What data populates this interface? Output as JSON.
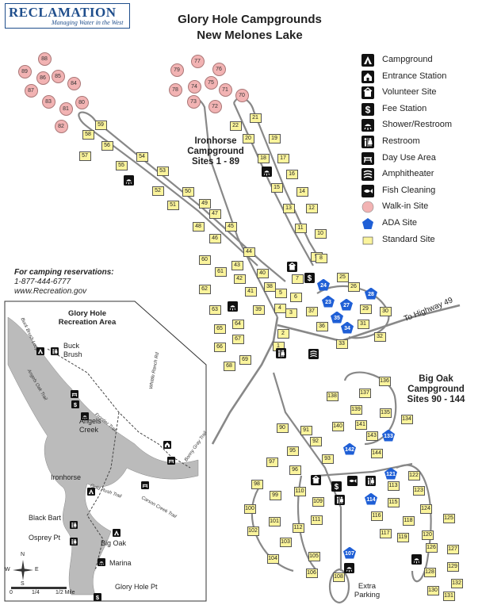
{
  "logo": {
    "name": "RECLAMATION",
    "tagline": "Managing Water in the West"
  },
  "title": {
    "line1": "Glory Hole Campgrounds",
    "line2": "New Melones Lake"
  },
  "legend": [
    {
      "icon": "campground-icon",
      "label": "Campground"
    },
    {
      "icon": "entrance-station-icon",
      "label": "Entrance Station"
    },
    {
      "icon": "volunteer-site-icon",
      "label": "Volunteer Site"
    },
    {
      "icon": "fee-station-icon",
      "label": "Fee Station"
    },
    {
      "icon": "shower-restroom-icon",
      "label": "Shower/Restroom"
    },
    {
      "icon": "restroom-icon",
      "label": "Restroom"
    },
    {
      "icon": "day-use-icon",
      "label": "Day Use Area"
    },
    {
      "icon": "amphitheater-icon",
      "label": "Amphitheater"
    },
    {
      "icon": "fish-cleaning-icon",
      "label": "Fish Cleaning"
    },
    {
      "icon": "walk-in-icon",
      "label": "Walk-in Site"
    },
    {
      "icon": "ada-icon",
      "label": "ADA Site"
    },
    {
      "icon": "standard-icon",
      "label": "Standard Site"
    }
  ],
  "campgrounds": {
    "ironhorse": {
      "name": "Ironhorse",
      "name2": "Campground",
      "sites": "Sites 1 - 89"
    },
    "bigoak": {
      "name": "Big Oak",
      "name2": "Campground",
      "sites": "Sites 90 - 144"
    }
  },
  "reservations": {
    "heading": "For camping reservations:",
    "phone": "1-877-444-6777",
    "web": "www.Recreation.gov"
  },
  "highway": "To Highway 49",
  "extra_parking": {
    "line1": "Extra",
    "line2": "Parking"
  },
  "colors": {
    "walkin": "#f2b3b3",
    "ada": "#1f5fd6",
    "standard": "#fbf49c",
    "road": "#888888",
    "water": "#bbbbbb"
  },
  "inset": {
    "title1": "Glory Hole",
    "title2": "Recreation Area",
    "places": [
      "Buck",
      "Brush",
      "Angels",
      "Creek",
      "Ironhorse",
      "Black Bart",
      "Osprey Pt",
      "Big Oak",
      "Marina",
      "Glory Hole Pt"
    ],
    "trails": [
      "Buck Brush Loop",
      "Angels Oak Trail",
      "Frontier Trail",
      "Whittle Ranch Rd",
      "Carson Creek Trail",
      "Gold Rush Trail",
      "Bonny Gray Trail"
    ],
    "scale": [
      "0",
      "1/4",
      "1/2 Mile"
    ],
    "compass": [
      "N",
      "S",
      "E",
      "W"
    ]
  },
  "sites": {
    "walkin": [
      "88",
      "89",
      "86",
      "85",
      "87",
      "84",
      "83",
      "81",
      "80",
      "82",
      "77",
      "79",
      "76",
      "74",
      "75",
      "78",
      "71",
      "70",
      "73",
      "72"
    ],
    "ada": [
      "24",
      "23",
      "27",
      "28",
      "35",
      "34",
      "133",
      "142",
      "121",
      "114",
      "107"
    ],
    "standard": [
      "59",
      "58",
      "56",
      "57",
      "55",
      "54",
      "53",
      "52",
      "51",
      "50",
      "49",
      "48",
      "47",
      "46",
      "45",
      "44",
      "43",
      "42",
      "41",
      "40",
      "39",
      "38",
      "60",
      "61",
      "62",
      "63",
      "64",
      "65",
      "66",
      "67",
      "68",
      "69",
      "22",
      "21",
      "20",
      "19",
      "18",
      "17",
      "16",
      "15",
      "14",
      "13",
      "12",
      "11",
      "10",
      "9",
      "8",
      "7",
      "6",
      "5",
      "4",
      "3",
      "2",
      "1",
      "25",
      "26",
      "29",
      "30",
      "31",
      "32",
      "33",
      "36",
      "37",
      "136",
      "137",
      "138",
      "139",
      "135",
      "134",
      "140",
      "141",
      "143",
      "144",
      "90",
      "91",
      "92",
      "93",
      "95",
      "96",
      "97",
      "98",
      "99",
      "100",
      "101",
      "102",
      "103",
      "104",
      "105",
      "106",
      "109",
      "110",
      "111",
      "112",
      "113",
      "115",
      "116",
      "117",
      "118",
      "119",
      "120",
      "122",
      "123",
      "124",
      "125",
      "126",
      "127",
      "128",
      "129",
      "130",
      "131",
      "132",
      "108"
    ]
  }
}
